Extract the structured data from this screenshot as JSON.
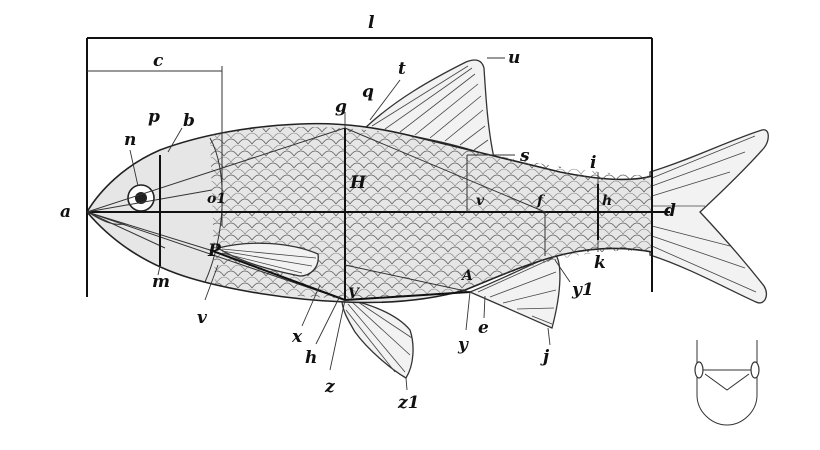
{
  "labels": {
    "l": "l",
    "c": "c",
    "a": "a",
    "n": "n",
    "p": "p",
    "b": "b",
    "o1": "o1",
    "g": "g",
    "q": "q",
    "t": "t",
    "u": "u",
    "s": "s",
    "i": "i",
    "H": "H",
    "v_upper": "v",
    "f": "f",
    "h_small": "h",
    "d": "d",
    "P": "P",
    "m": "m",
    "v_lower": "v",
    "x": "x",
    "h_lower": "h",
    "z": "z",
    "z1": "z1",
    "V": "V",
    "A": "A",
    "y": "y",
    "e": "e",
    "j": "j",
    "y1": "y1",
    "k": "k"
  }
}
